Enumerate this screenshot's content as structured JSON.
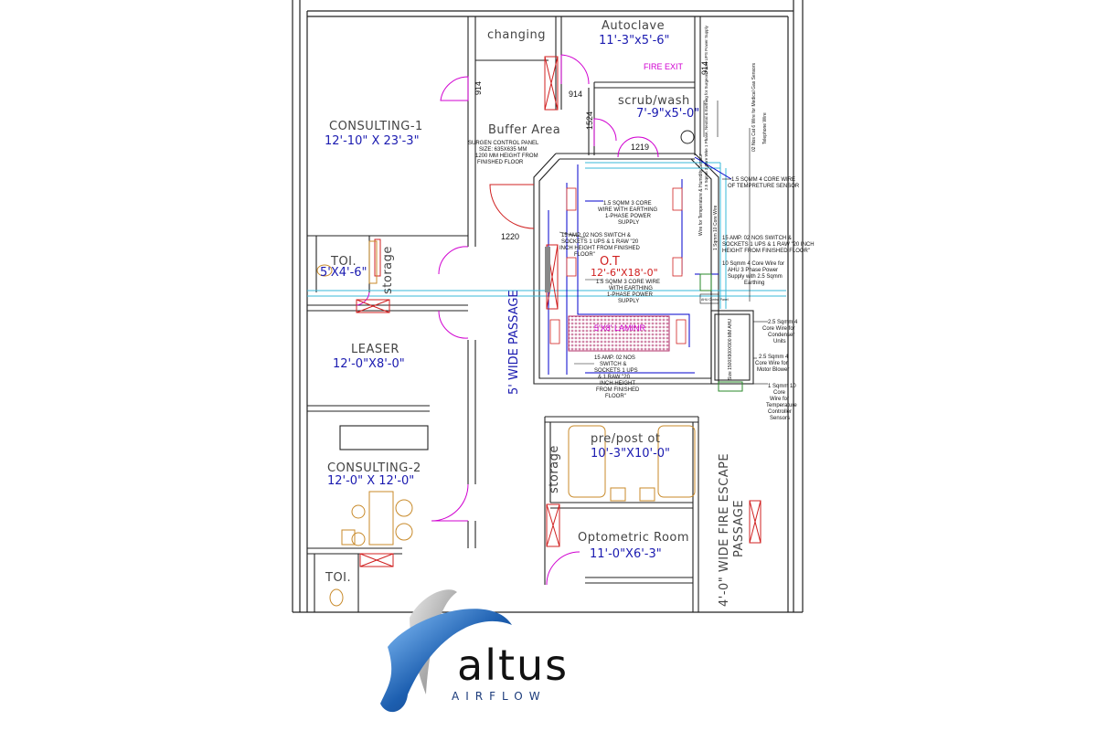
{
  "rooms": {
    "changing": "changing",
    "autoclave": "Autoclave",
    "autoclave_dim": "11'-3\"x5'-6\"",
    "fire_exit": "FIRE EXIT",
    "scrub": "scrub/wash",
    "scrub_dim": "7'-9\"x5'-0\"",
    "consulting1": "CONSULTING-1",
    "consulting1_dim": "12'-10\" X 23'-3\"",
    "buffer": "Buffer Area",
    "toi1": "TOI.",
    "toi1_dim": "5'X4'-6\"",
    "storage1": "storage",
    "ot": "O.T",
    "ot_dim": "12'-6\"X18'-0\"",
    "laminar": "5'X8' LAMINR",
    "leaser": "LEASER",
    "leaser_dim": "12'-0\"X8'-0\"",
    "passage5": "5' WIDE PASSAGE",
    "consulting2": "CONSULTING-2",
    "consulting2_dim": "12'-0\" X 12'-0\"",
    "prepost": "pre/post ot",
    "prepost_dim": "10'-3\"X10'-0\"",
    "storage2": "storage",
    "optometric": "Optometric Room",
    "optometric_dim": "11'-0\"X6'-3\"",
    "toi2": "TOI.",
    "fire_escape_1": "4'-0\"  WIDE FIRE ESCAPE",
    "fire_escape_2": "PASSAGE"
  },
  "dimensions": {
    "d914a": "914",
    "d914b": "914",
    "d914c": "914",
    "d1524": "1524",
    "d1219": "1219",
    "d1220": "1220"
  },
  "notes": {
    "surgeon_panel": [
      "SURGEN CONTROL PANEL",
      "SIZE: 635X635 MM",
      "1200 MM HEIGHT FROM",
      "FINISHED FLOOR"
    ],
    "wire_3core_top": [
      "1.5 SQMM 3 CORE",
      "WIRE WITH EARTHING",
      "1-PHASE POWER",
      "SUPPLY"
    ],
    "sockets_left": [
      "15 AMP. 02 NOS SWITCH &",
      "SOCKETS 1 UPS & 1 RAW \"20",
      "INCH HEIGHT FROM FINISHED",
      "FLOOR\""
    ],
    "wire_3core_mid": [
      "1.5 SQMM 3 CORE WIRE",
      "WITH EARTHING",
      "1-PHASE POWER",
      "SUPPLY"
    ],
    "sockets_bottom": [
      "15 AMP. 02 NOS",
      "SWITCH &",
      "SOCKETS 1 UPS",
      "& 1 RAW \"20",
      "INCH HEIGHT",
      "FROM FINISHED",
      "FLOOR\""
    ],
    "temp_sensor_wire": [
      "1.5 SQMM 4 CORE WIRE",
      "OF TEMPRETURE SENSOR"
    ],
    "sockets_right": [
      "15 AMP. 02 NOS SWITCH &",
      "SOCKETS 1 UPS & 1 RAW \"20 INCH",
      "HEIGHT FROM FINISHED FLOOR\""
    ],
    "ahu_supply": [
      "10 Sqmm 4 Core Wire for",
      "AHU 3 Phase Power",
      "Supply with 2.5 Sqmm",
      "Earthing"
    ],
    "condenser": [
      "2.5 Sqmm 4",
      "Core Wire for",
      "Condenser",
      "Units"
    ],
    "motor_blower": [
      "2.5 Sqmm 4",
      "Core Wire for",
      "Motor Blower"
    ],
    "temp_controller": [
      "1 Sqmm 10",
      "Core",
      "Wire for",
      "Temperature",
      "Controller",
      "Sensors"
    ],
    "vertical_1": "2.5 Sqmm 3 Core Wire 1 Phase, Neutral & Earthing for Surgeon Panel UPS Power Supply",
    "vertical_2": "02 Nos Cat 6 Wire for Medical Gas Sensors",
    "vertical_3": "Telephone Wire",
    "vertical_4": "Wire for Temperature & Humidity Sensor",
    "vertical_5": "1 Sqmm 10 Core Wire",
    "ahu_label": "Size 1500X900X900 MM AHU",
    "ahu_panel": "AHU Control Panel"
  },
  "logo": {
    "word": "altus",
    "sub": "AIRFLOW"
  },
  "colors": {
    "wall": "#222222",
    "door": "#d000d0",
    "door_frame": "#d02020",
    "cable": "#0000cc",
    "duct": "#3ab8d8",
    "dimension_text": "#1a1ab0",
    "furniture": "#c88a2a",
    "logo_blue": "#1d5fb0"
  }
}
